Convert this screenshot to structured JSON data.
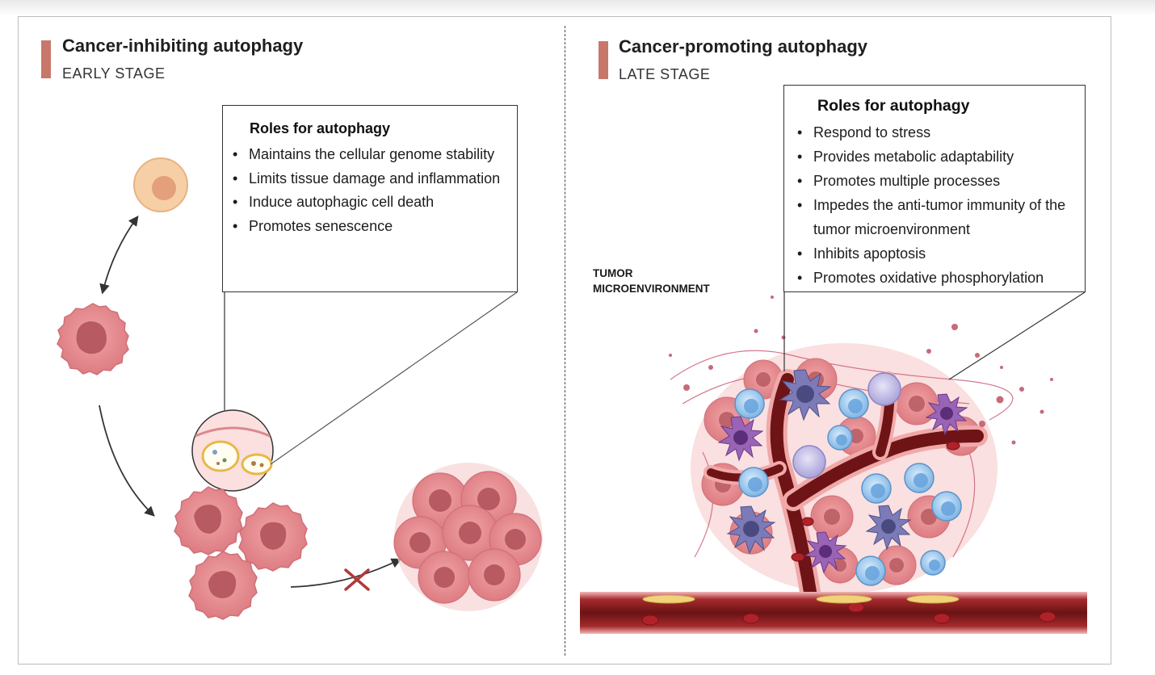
{
  "left_panel": {
    "title": "Cancer-inhibiting autophagy",
    "stage": "EARLY STAGE",
    "box": {
      "title": "Roles for autophagy",
      "items": [
        "Maintains the cellular genome stability",
        "Limits tissue damage and inflammation",
        "Induce autophagic cell death",
        "Promotes senescence"
      ]
    }
  },
  "right_panel": {
    "title": "Cancer-promoting autophagy",
    "stage": "LATE STAGE",
    "tumor_label_line1": "TUMOR",
    "tumor_label_line2": "MICROENVIRONMENT",
    "box": {
      "title": "Roles for autophagy",
      "items": [
        "Respond to stress",
        "Provides metabolic adaptability",
        "Promotes multiple processes",
        "Impedes the anti-tumor immunity of the tumor microenvironment",
        "Inhibits apoptosis",
        "Promotes oxidative phosphorylation"
      ]
    }
  },
  "colors": {
    "accent_bar": "#c8786a",
    "cancer_cell": "#e08a8e",
    "cancer_nucleus": "#b85a62",
    "normal_cell": "#f6cfa6",
    "vessel": "#6e1416",
    "immune_blue": "#7fb6e6",
    "immune_purple": "#8a5aa8",
    "blocked_x": "#b03a3a"
  }
}
